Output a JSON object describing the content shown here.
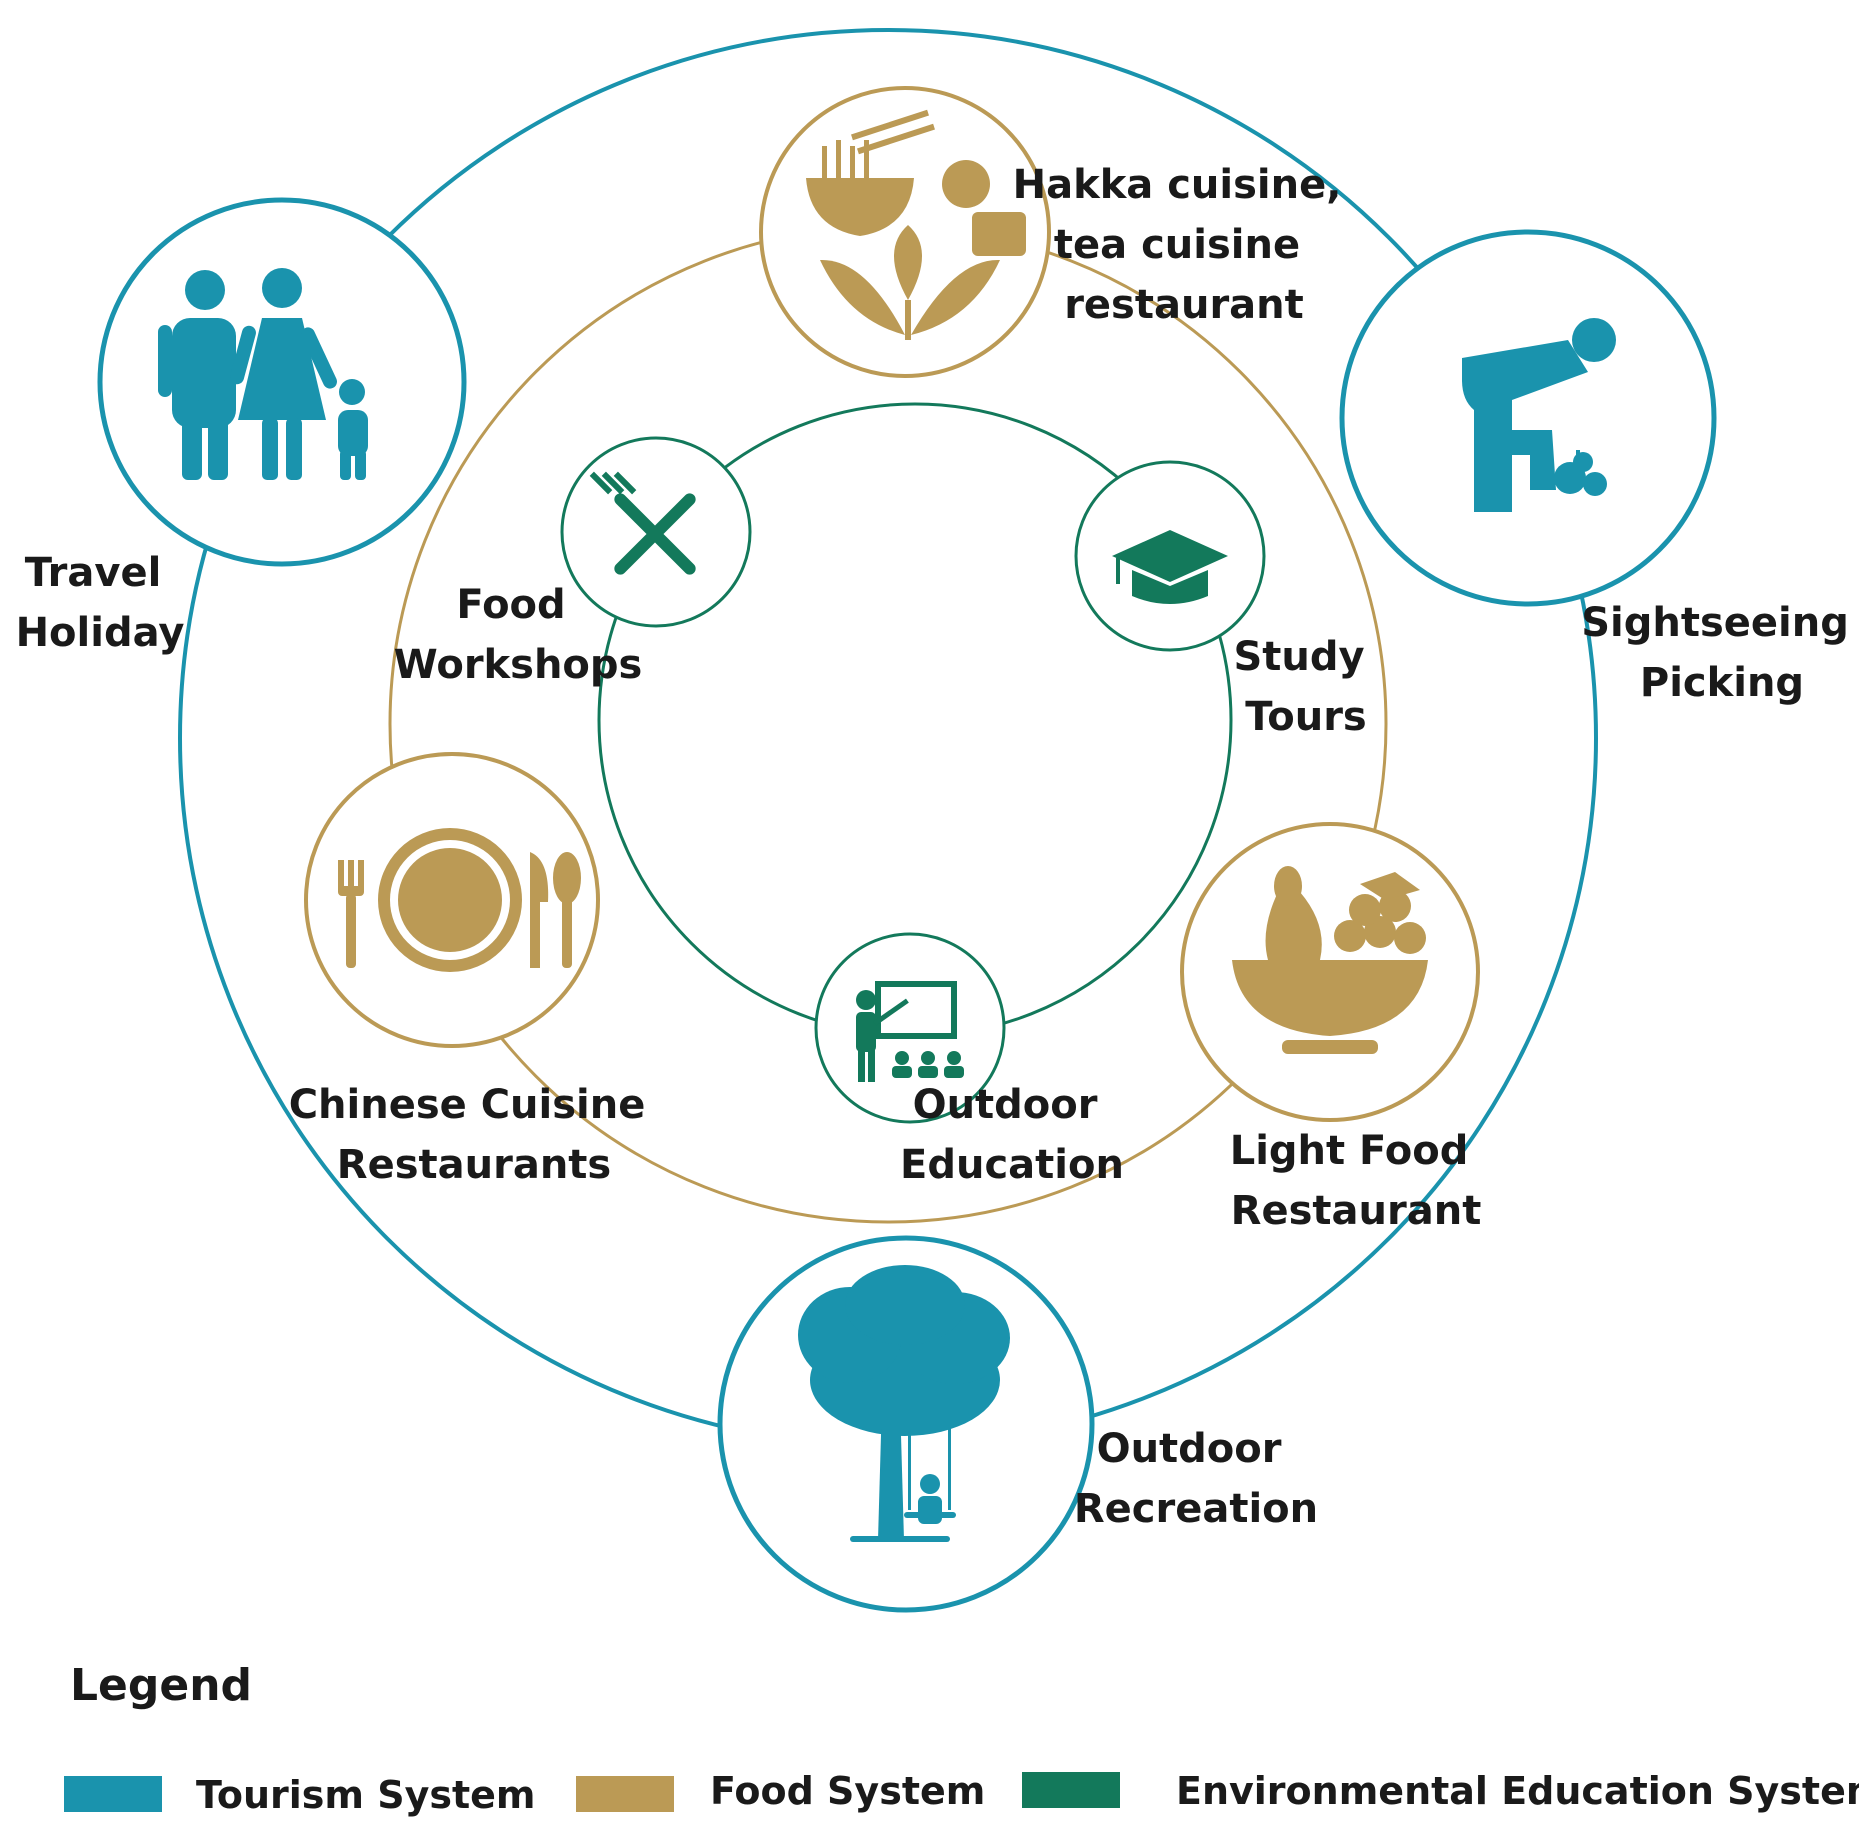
{
  "colors": {
    "tourism": "#1a93ad",
    "food": "#bb9a55",
    "education": "#13795b",
    "text": "#1a1a1a"
  },
  "nodes": {
    "travel_holiday": {
      "line1": "Travel",
      "line2": "Holiday",
      "icon": "family-icon"
    },
    "sightseeing_picking": {
      "line1": "Sightseeing",
      "line2": "Picking",
      "icon": "picking-person-icon"
    },
    "outdoor_recreation": {
      "line1": "Outdoor",
      "line2": "Recreation",
      "icon": "tree-swing-icon"
    },
    "hakka_cuisine": {
      "line1": "Hakka cuisine,",
      "line2": "tea cuisine",
      "line3": "restaurant",
      "icon": "noodle-tea-icon"
    },
    "chinese_cuisine": {
      "line1": "Chinese Cuisine",
      "line2": "Restaurants",
      "icon": "plate-cutlery-icon"
    },
    "light_food": {
      "line1": "Light Food",
      "line2": "Restaurant",
      "icon": "fruit-bowl-icon"
    },
    "food_workshops": {
      "line1": "Food",
      "line2": "Workshops",
      "icon": "fork-knife-icon"
    },
    "study_tours": {
      "line1": "Study",
      "line2": "Tours",
      "icon": "graduation-cap-icon"
    },
    "outdoor_education": {
      "line1": "Outdoor",
      "line2": "Education",
      "icon": "classroom-icon"
    }
  },
  "legend": {
    "title": "Legend",
    "items": [
      {
        "label": "Tourism System",
        "color": "#1a93ad"
      },
      {
        "label": "Food System",
        "color": "#bb9a55"
      },
      {
        "label": "Environmental Education System",
        "color": "#13795b"
      }
    ]
  }
}
